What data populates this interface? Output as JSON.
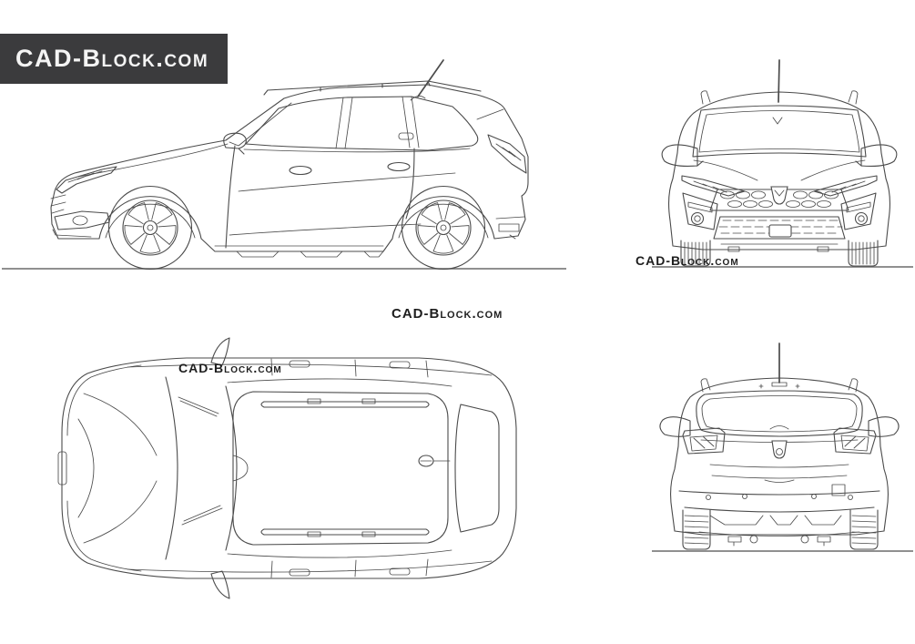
{
  "style": {
    "background": "#ffffff",
    "drawing_line_color": "#4b4b4b",
    "ground_line_color": "#6b6b6b",
    "banner_background": "#3b3b3d",
    "banner_text_color": "#f4f4f4",
    "watermark_text_color": "#1e1e1e"
  },
  "logo_banner": {
    "text": "CAD-Block.com"
  },
  "watermarks": {
    "center": "CAD-Block.com",
    "front_view": "CAD-Block.com",
    "top_view": "CAD-Block.com"
  }
}
